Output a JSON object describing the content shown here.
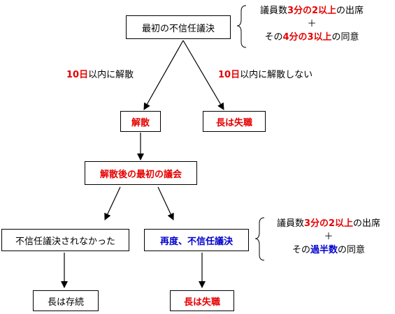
{
  "boxes": {
    "first_motion": "最初の不信任議決",
    "dissolve": "解散",
    "lose_office_1": "長は失職",
    "first_session": "解散後の最初の議会",
    "not_passed": "不信任議決されなかった",
    "again_passed": "再度、不信任議決",
    "stays": "長は存続",
    "lose_office_2": "長は失職"
  },
  "labels": {
    "within_10_num": "10日",
    "within_10_rest": "以内に解散",
    "not_within_10_num": "10日",
    "not_within_10_rest": "以内に解散しない"
  },
  "note_top": {
    "l1_a": "議員数",
    "l1_b": "3分の2以上",
    "l1_c": "の出席",
    "plus": "＋",
    "l3_a": "その",
    "l3_b": "4分の3以上",
    "l3_c": "の同意"
  },
  "note_bottom": {
    "l1_a": "議員数",
    "l1_b": "3分の2以上",
    "l1_c": "の出席",
    "plus": "＋",
    "l3_a": "その",
    "l3_b": "過半数",
    "l3_c": "の同意"
  },
  "colors": {
    "red": "#e60000",
    "blue": "#0000cc"
  }
}
